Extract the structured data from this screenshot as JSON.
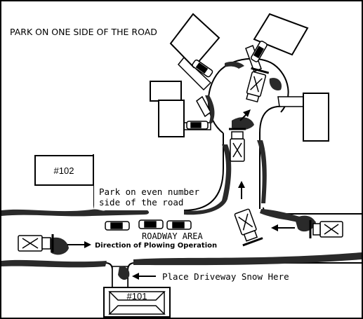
{
  "diagram": {
    "labels": {
      "park_one_side": "PARK ON ONE SIDE OF THE ROAD",
      "park_even_line1": "Park on even number",
      "park_even_line2": "side of the road",
      "roadway_area": "ROADWAY AREA",
      "plow_direction": "Direction of Plowing Operation",
      "driveway_snow": "Place Driveway Snow Here"
    },
    "houses": {
      "house_102": "#102",
      "house_101": "#101"
    },
    "colors": {
      "ink": "#000000",
      "paper": "#ffffff",
      "snow": "#2a2a2a"
    }
  }
}
